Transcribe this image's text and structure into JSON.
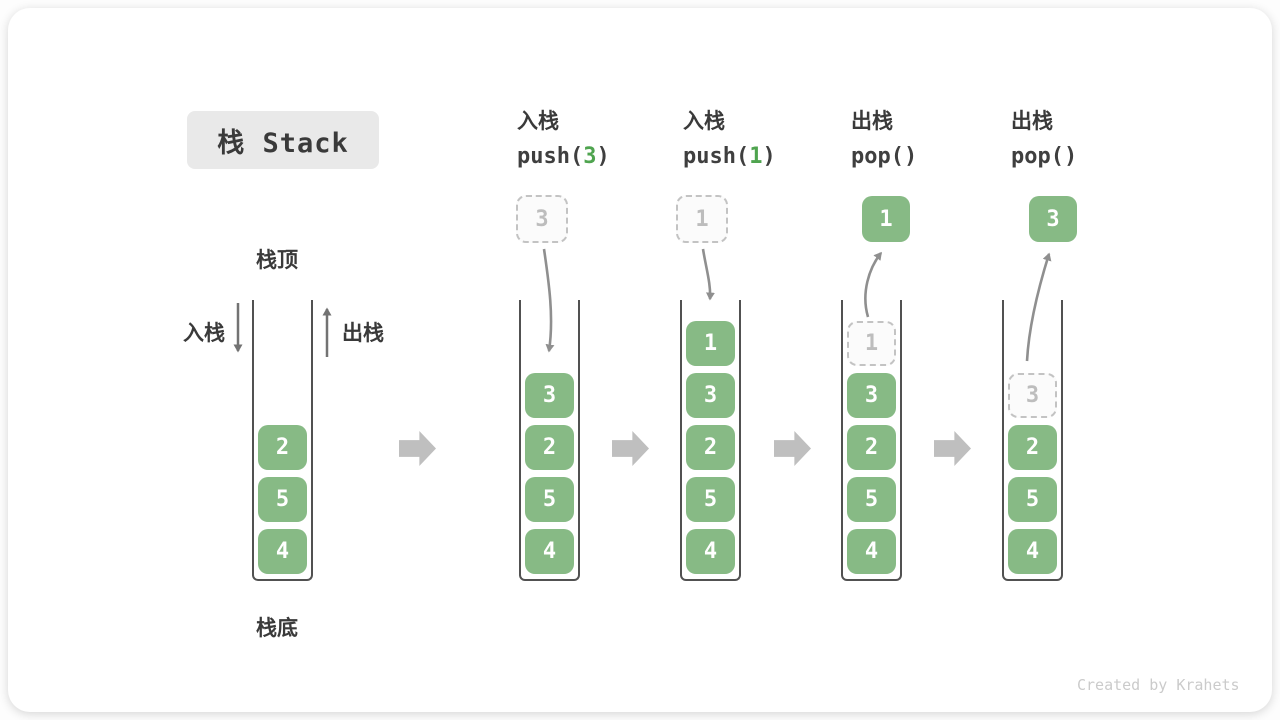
{
  "title": "栈 Stack",
  "watermark": "Created by Krahets",
  "colors": {
    "block_green": "#87ba85",
    "code_arg_green": "#4fa44f",
    "dashed_grey": "#c3c3c3",
    "curve_arrow_grey": "#8f8f8f",
    "step_arrow_grey": "#bfbfbf",
    "title_bg": "#e9e9e9",
    "text_dark": "#3a3a3a"
  },
  "side_labels": {
    "stack_top": "栈顶",
    "stack_bottom": "栈底",
    "push": "入栈",
    "pop": "出栈"
  },
  "operations": [
    {
      "label": "入栈",
      "code_pre": "push(",
      "code_arg": "3",
      "code_post": ")"
    },
    {
      "label": "入栈",
      "code_pre": "push(",
      "code_arg": "1",
      "code_post": ")"
    },
    {
      "label": "出栈",
      "code_pre": "pop(",
      "code_arg": "",
      "code_post": ")"
    },
    {
      "label": "出栈",
      "code_pre": "pop(",
      "code_arg": "",
      "code_post": ")"
    }
  ],
  "stacks": [
    {
      "cells": [
        {
          "value": "2"
        },
        {
          "value": "5"
        },
        {
          "value": "4"
        }
      ]
    },
    {
      "floating": {
        "value": "3"
      },
      "cells": [
        {
          "value": "3"
        },
        {
          "value": "2"
        },
        {
          "value": "5"
        },
        {
          "value": "4"
        }
      ]
    },
    {
      "floating": {
        "value": "1"
      },
      "cells": [
        {
          "value": "1"
        },
        {
          "value": "3"
        },
        {
          "value": "2"
        },
        {
          "value": "5"
        },
        {
          "value": "4"
        }
      ]
    },
    {
      "floating": {
        "value": "1"
      },
      "cells": [
        {
          "value": "1"
        },
        {
          "value": "3"
        },
        {
          "value": "2"
        },
        {
          "value": "5"
        },
        {
          "value": "4"
        }
      ]
    },
    {
      "floating": {
        "value": "3"
      },
      "cells": [
        {
          "value": "3"
        },
        {
          "value": "2"
        },
        {
          "value": "5"
        },
        {
          "value": "4"
        }
      ]
    }
  ]
}
